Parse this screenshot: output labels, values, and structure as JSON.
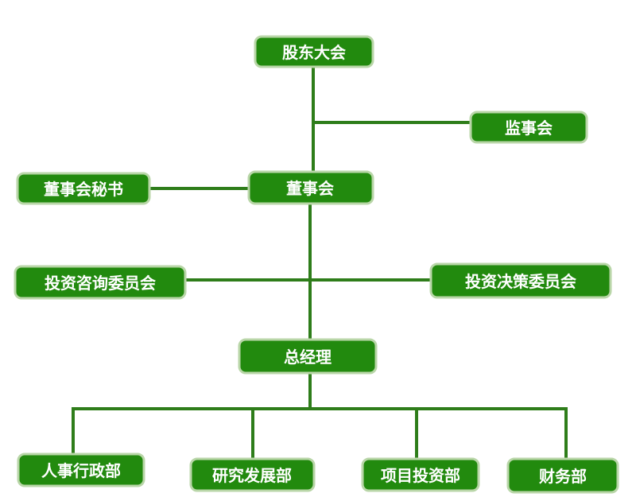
{
  "org_chart": {
    "nodes": {
      "shareholders": "股东大会",
      "supervisory": "监事会",
      "board_secretary": "董事会秘书",
      "board": "董事会",
      "invest_consult": "投资咨询委员会",
      "invest_decision": "投资决策委员会",
      "gm": "总经理",
      "hr_admin": "人事行政部",
      "rnd": "研究发展部",
      "project_invest": "项目投资部",
      "finance": "财务部"
    }
  },
  "colors": {
    "node_fill": "#228a0e",
    "node_border": "#b9d6a8",
    "connector": "#2e7d1a",
    "text": "#ffffff"
  }
}
